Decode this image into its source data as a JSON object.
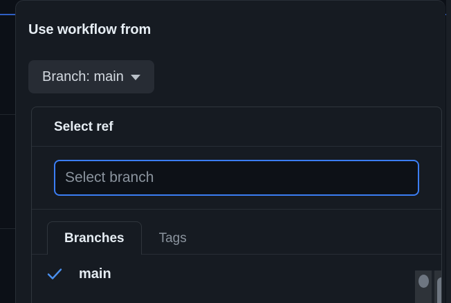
{
  "dialog": {
    "title": "Use workflow from",
    "branch_button": {
      "label": "Branch: main",
      "caret_icon": "chevron-down-icon"
    }
  },
  "ref_panel": {
    "header_title": "Select ref",
    "search": {
      "placeholder": "Select branch",
      "value": ""
    },
    "tabs": [
      {
        "label": "Branches",
        "active": true
      },
      {
        "label": "Tags",
        "active": false
      }
    ],
    "items": [
      {
        "label": "main",
        "selected": true,
        "check_icon": "check-icon"
      }
    ]
  },
  "colors": {
    "accent_blue": "#3b7ef5",
    "check_blue": "#4a90ef",
    "panel_bg": "#161b22",
    "page_bg": "#0c1017",
    "input_bg": "#0d1117",
    "border": "#30363d",
    "text_primary": "#e6edf3",
    "text_muted": "#8b949e",
    "pill_bg": "#272c34",
    "scrollbar_thumb": "#6e7681"
  }
}
